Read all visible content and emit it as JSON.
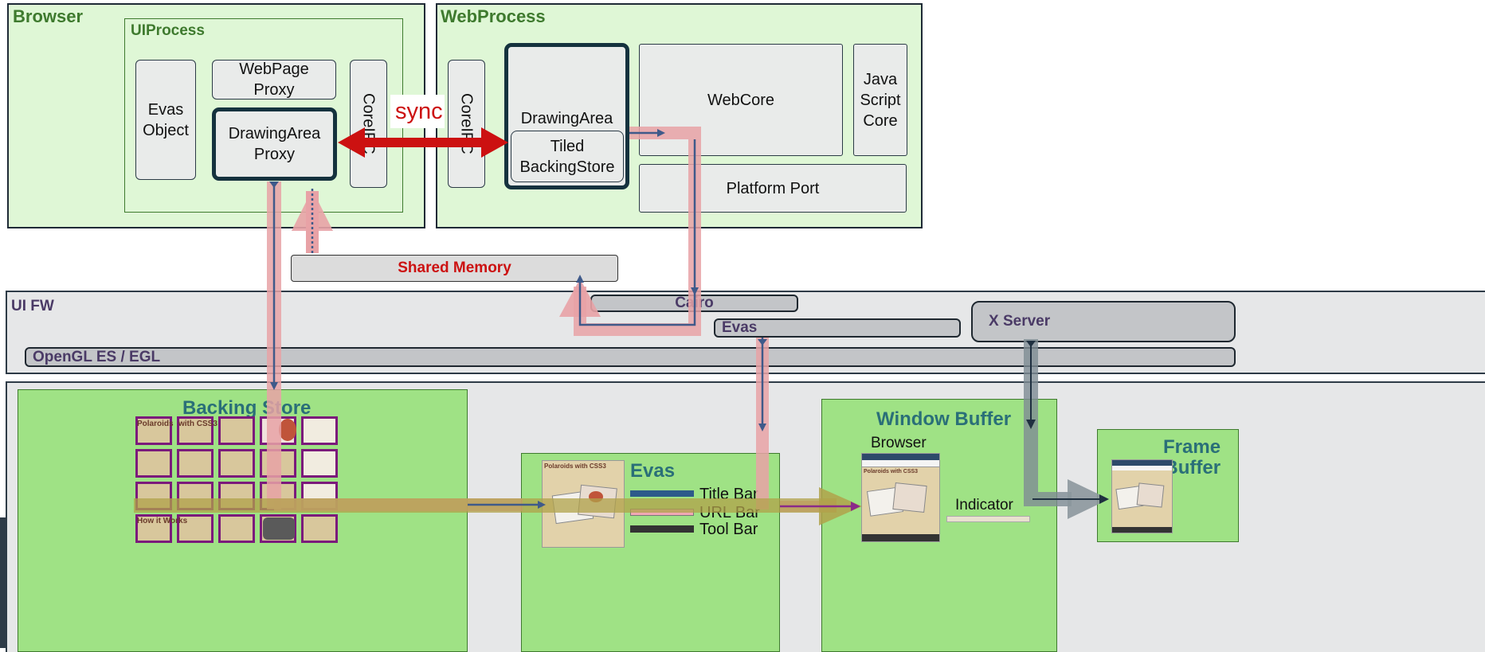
{
  "browser": {
    "title": "Browser",
    "uiprocess": {
      "title": "UIProcess",
      "evas_object": "Evas\nObject",
      "webpage_proxy": "WebPage\nProxy",
      "drawingarea_proxy": "DrawingArea\nProxy",
      "coreipc": "CoreIPC"
    }
  },
  "sync_label": "sync",
  "webprocess": {
    "title": "WebProcess",
    "coreipc": "CoreIPC",
    "drawingarea": "DrawingArea",
    "tiled_backingstore": "Tiled\nBackingStore",
    "webcore": "WebCore",
    "javascriptcore": "Java\nScript\nCore",
    "platform_port": "Platform Port"
  },
  "shared_memory": "Shared Memory",
  "uifw": {
    "title": "UI FW",
    "cairo": "Cairo",
    "evas": "Evas",
    "xserver": "X Server",
    "opengl": "OpenGL ES / EGL"
  },
  "bottom": {
    "backing_store": "Backing Store",
    "evas_title": "Evas",
    "title_bar": "Title Bar",
    "url_bar": "URL Bar",
    "tool_bar": "Tool Bar",
    "window_buffer": "Window Buffer",
    "wb_browser": "Browser",
    "indicator": "Indicator",
    "frame_buffer": "Frame\nBuffer"
  },
  "screenshot_texts": {
    "page_title": "Polaroids with CSS3",
    "tile_title_left": "Polaroids",
    "tile_title_right": "with CSS3",
    "how_it_works": "How it Works"
  },
  "colors": {
    "panel_green": "#dff7d6",
    "title_green": "#3e7a2e",
    "sync_red": "#cc1111",
    "shared_memory_red": "#cc1111",
    "flow_pink": "#e8a2a6",
    "arrow_blue": "#3f5a8a",
    "tile_purple": "#7b1a7b",
    "bright_green": "#9fe285",
    "teal_title": "#2a6f78"
  }
}
